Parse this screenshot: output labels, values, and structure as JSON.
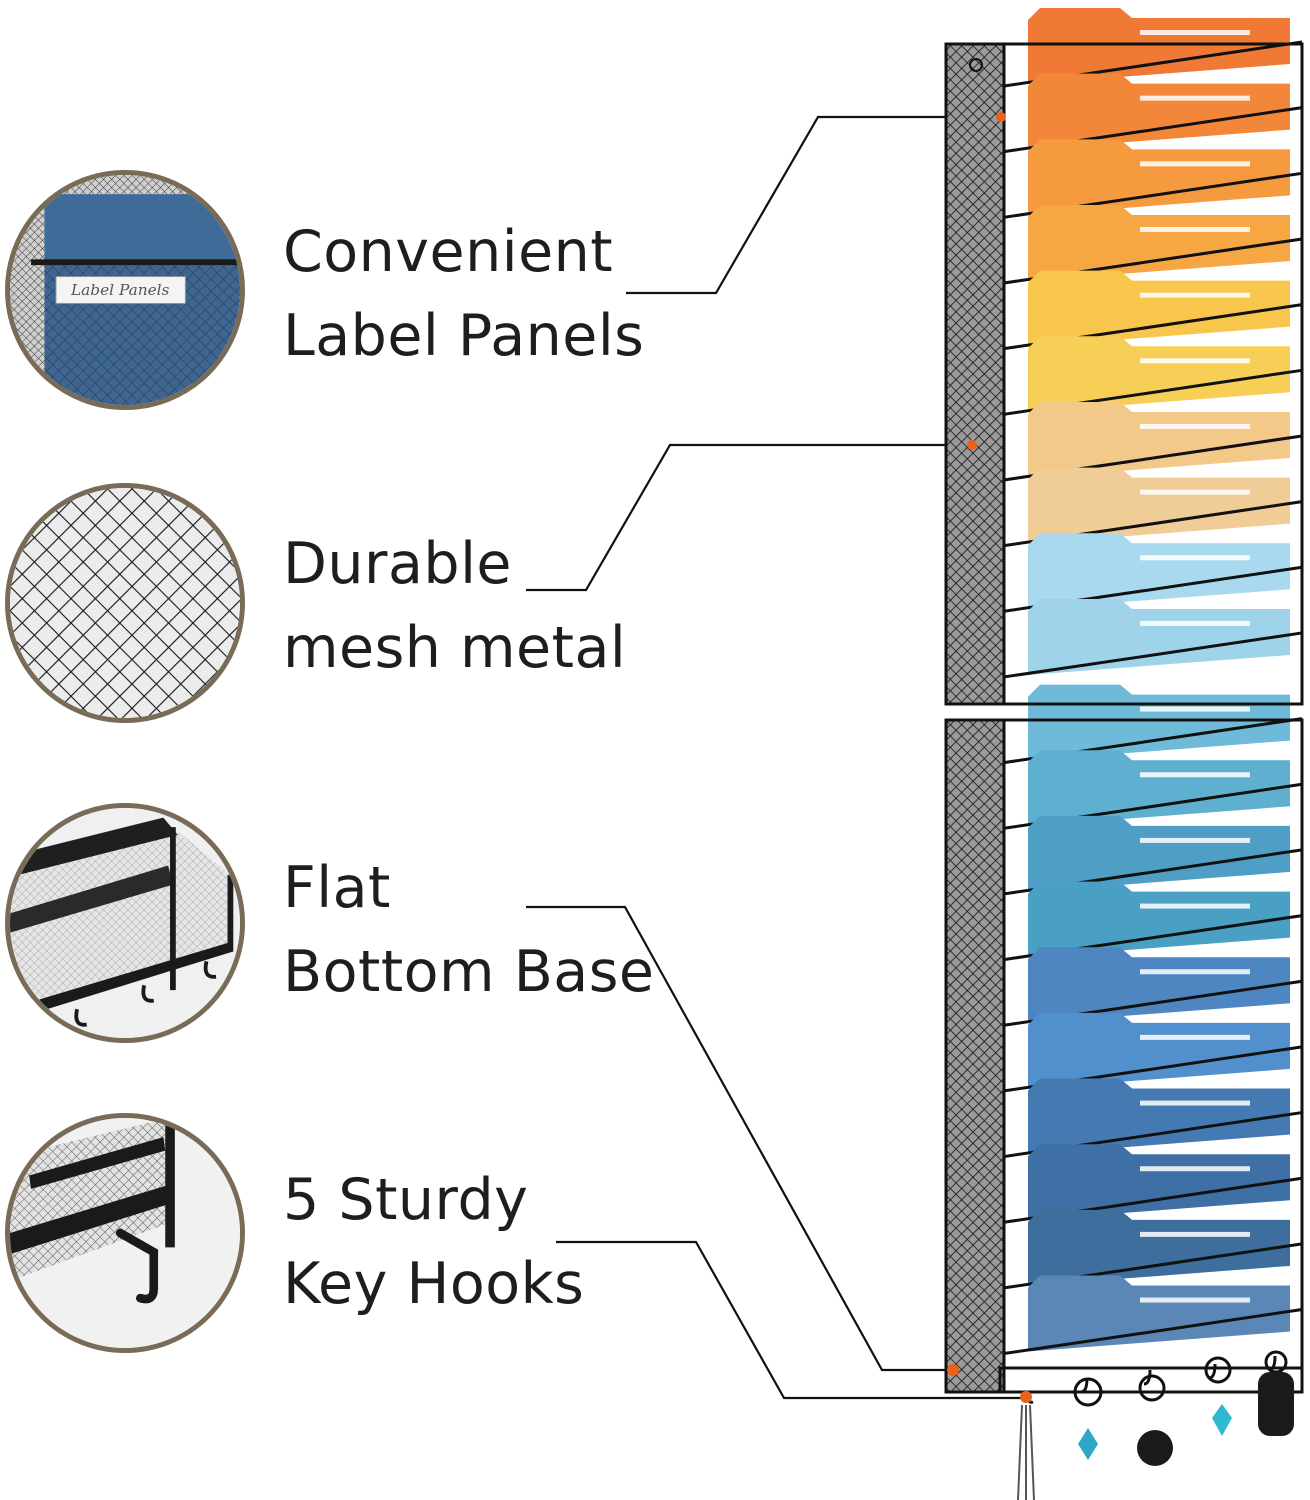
{
  "features": [
    {
      "line1": "Convenient",
      "line2": "Label Panels",
      "icon": "label-panel-closeup"
    },
    {
      "line1": "Durable",
      "line2": "mesh metal",
      "icon": "mesh-closeup"
    },
    {
      "line1": "Flat",
      "line2": "Bottom Base",
      "icon": "flat-base-closeup"
    },
    {
      "line1": "5 Sturdy",
      "line2": "Key Hooks",
      "icon": "key-hook-closeup"
    }
  ],
  "label_panel_text": "Label Panels",
  "colors": {
    "circle_border": "#7a6a58",
    "leader_line": "#111111",
    "accent_dot": "#e8621d",
    "panel_blue": "#3e6690",
    "frame_black": "#1a1a1a"
  },
  "folder_colors": [
    "#f07a35",
    "#f2873a",
    "#f59a3e",
    "#f6a642",
    "#f8c64c",
    "#f7cf56",
    "#f3c98a",
    "#f0cc96",
    "#a9d9ee",
    "#9fd3ea",
    "#6ebad8",
    "#5fb0d0",
    "#4f9ec6",
    "#4a9fc4",
    "#4e86c2",
    "#5190cc",
    "#4579b2",
    "#3e70a6",
    "#3e6e9e",
    "#5b87b6"
  ]
}
